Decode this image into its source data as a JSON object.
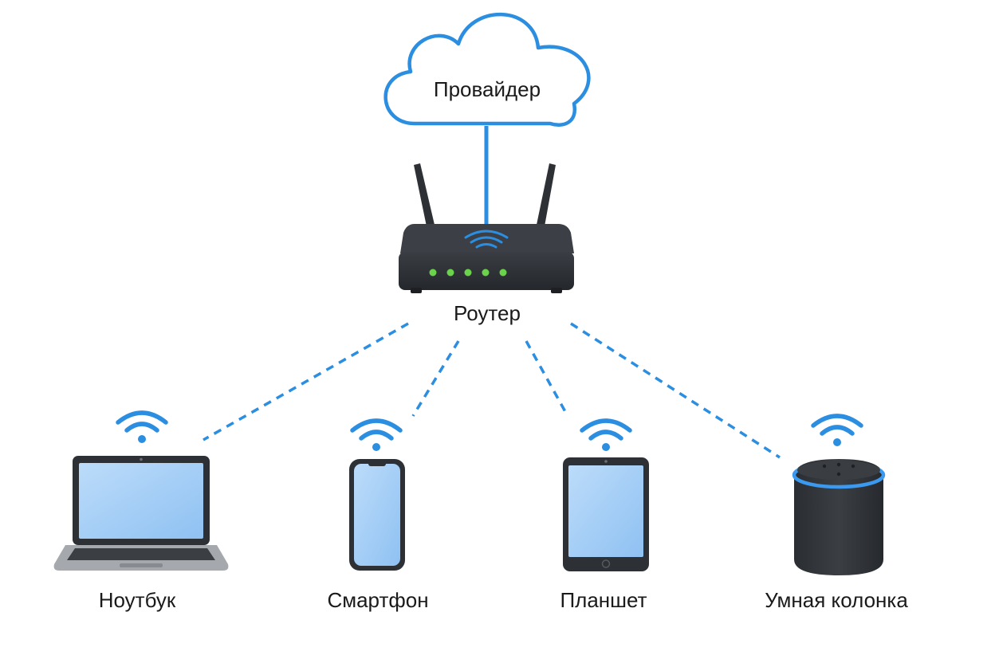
{
  "nodes": {
    "provider": {
      "label": "Провайдер"
    },
    "router": {
      "label": "Роутер"
    },
    "laptop": {
      "label": "Ноутбук"
    },
    "smartphone": {
      "label": "Смартфон"
    },
    "tablet": {
      "label": "Планшет"
    },
    "speaker": {
      "label": "Умная колонка"
    }
  },
  "colors": {
    "accent": "#2b8ee0",
    "device_dark": "#2d3136",
    "screen_fill": "#a7cff7",
    "led_green": "#6ad34a",
    "text": "#1a1a1a"
  },
  "icons": [
    "cloud-icon",
    "router-icon",
    "wifi-icon",
    "laptop-icon",
    "smartphone-icon",
    "tablet-icon",
    "smart-speaker-icon"
  ]
}
